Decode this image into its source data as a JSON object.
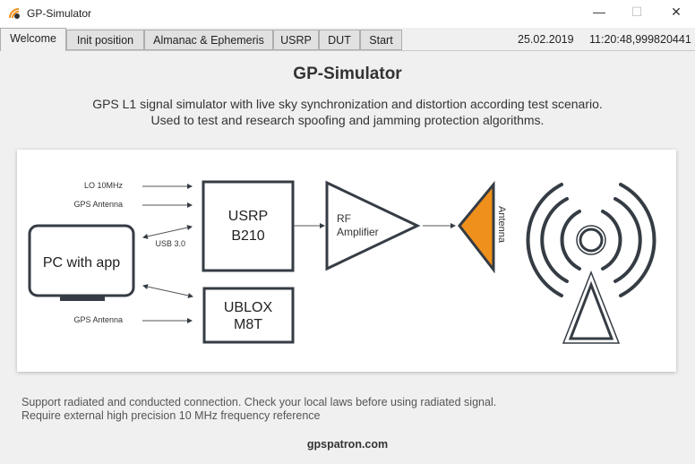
{
  "window": {
    "title": "GP-Simulator",
    "minimize": "—",
    "maximize": "☐",
    "close": "✕"
  },
  "tabs": [
    {
      "label": "Welcome",
      "active": true
    },
    {
      "label": "Init position"
    },
    {
      "label": "Almanac & Ephemeris"
    },
    {
      "label": "USRP"
    },
    {
      "label": "DUT"
    },
    {
      "label": "Start"
    }
  ],
  "status": {
    "date": "25.02.2019",
    "time": "11:20:48,999820441"
  },
  "main": {
    "title": "GP-Simulator",
    "subtitle_line1": "GPS L1 signal simulator with live sky synchronization and distortion according test scenario.",
    "subtitle_line2": "Used to test and research spoofing and jamming protection algorithms.",
    "note_line1": "Support radiated and conducted connection. Check your local laws before using radiated signal.",
    "note_line2": "Require external high precision 10 MHz frequency reference",
    "website": "gpspatron.com"
  },
  "diagram": {
    "lo_label": "LO 10MHz",
    "gps_antenna_1": "GPS Antenna",
    "usb_label": "USB 3.0",
    "gps_antenna_2": "GPS Antenna",
    "pc_label": "PC with app",
    "usrp_line1": "USRP",
    "usrp_line2": "B210",
    "ublox_line1": "UBLOX",
    "ublox_line2": "M8T",
    "amp_line1": "RF",
    "amp_line2": "Amplifier",
    "antenna_label": "Antenna",
    "colors": {
      "stroke": "#353c44",
      "antenna_fill": "#f0901c"
    }
  }
}
